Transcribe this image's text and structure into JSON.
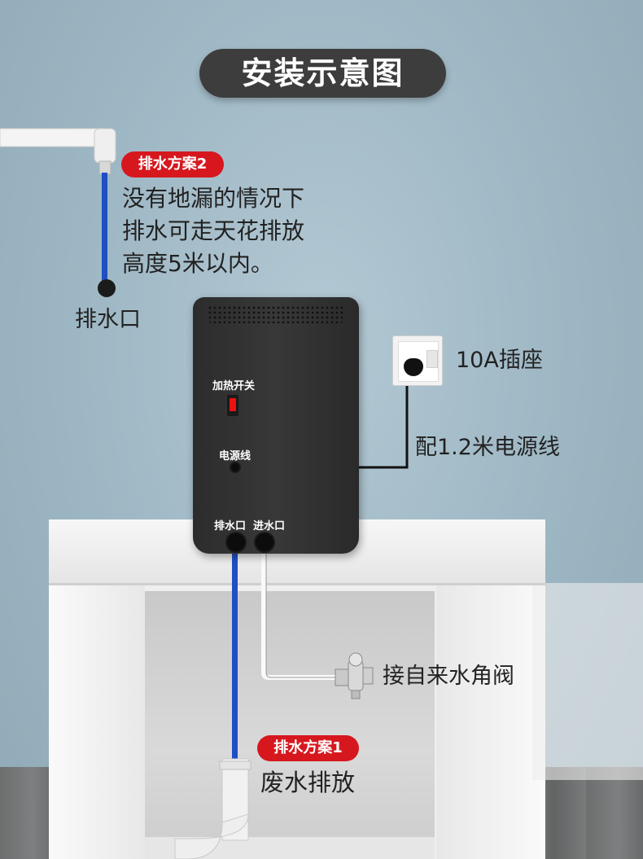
{
  "title": "安装示意图",
  "drain_option_2": {
    "badge": "排水方案2",
    "note_lines": [
      "没有地漏的情况下",
      "排水可走天花排放",
      "高度5米以内。"
    ]
  },
  "drain_outlet_label": "排水口",
  "socket_label": "10A插座",
  "power_cord_label": "配1.2米电源线",
  "device": {
    "heat_switch_label": "加热开关",
    "power_cord_port_label": "电源线",
    "drain_port_label": "排水口",
    "inlet_port_label": "进水口"
  },
  "water_valve_label": "接自来水角阀",
  "drain_option_1": {
    "badge": "排水方案1",
    "label": "废水排放"
  },
  "colors": {
    "badge_red": "#d6181e",
    "title_pill": "#3d3d3d",
    "drain_pipe_blue": "#1f4fc4",
    "device_body": "#2f2f2f"
  }
}
